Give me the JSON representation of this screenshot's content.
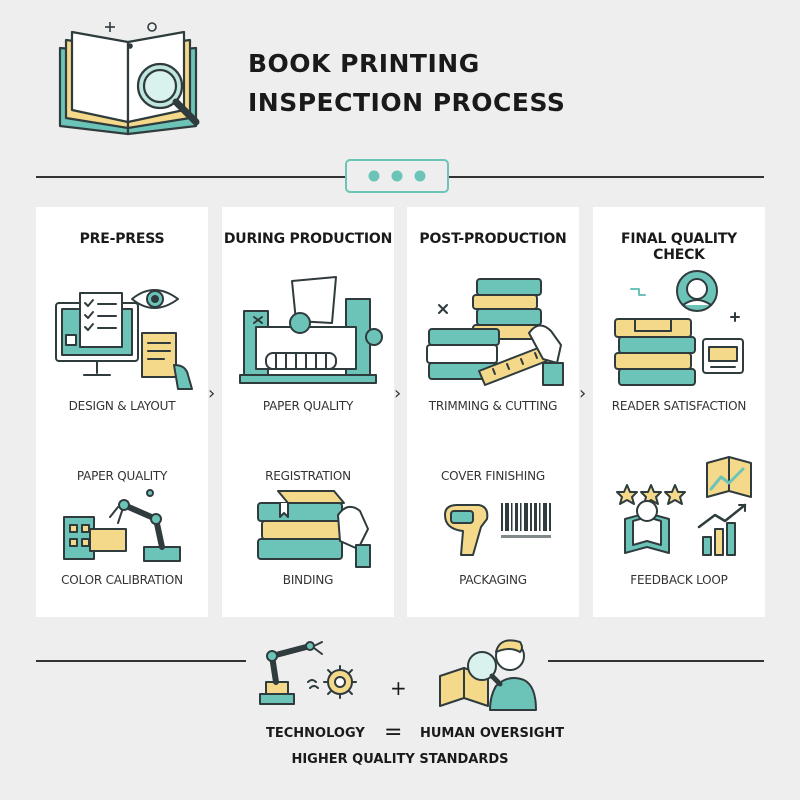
{
  "header": {
    "title_line1": "BOOK PRINTING",
    "title_line2": "INSPECTION PROCESS"
  },
  "colors": {
    "teal": "#6cc4b8",
    "yellow": "#f4d98a",
    "outline": "#2f3b3d",
    "panel": "#ffffff",
    "background": "#eeeeee"
  },
  "stages": [
    {
      "heading": "PRE-PRESS",
      "label_top": "DESIGN & LAYOUT",
      "label_mid": "PAPER QUALITY",
      "label_bottom": "COLOR CALIBRATION",
      "icon_top": "computer-eye-icon",
      "icon_bottom": "robot-arm-icon"
    },
    {
      "heading": "DURING PRODUCTION",
      "label_top": "PAPER QUALITY",
      "label_mid": "REGISTRATION",
      "label_bottom": "BINDING",
      "icon_top": "printing-press-icon",
      "icon_bottom": "book-stack-hand-icon"
    },
    {
      "heading": "POST-PRODUCTION",
      "label_top": "TRIMMING & CUTTING",
      "label_mid": "COVER FINISHING",
      "label_bottom": "PACKAGING",
      "icon_top": "books-ruler-icon",
      "icon_bottom": "barcode-scanner-icon"
    },
    {
      "heading": "FINAL QUALITY CHECK",
      "label_top": "READER SATISFACTION",
      "label_mid": "",
      "label_bottom": "FEEDBACK LOOP",
      "icon_top": "books-reader-icon",
      "icon_bottom": "stars-chart-icon"
    }
  ],
  "footer": {
    "plus": "+",
    "left_label": "TECHNOLOGY",
    "equals": "=",
    "right_label": "HUMAN OVERSIGHT",
    "result": "HIGHER QUALITY STANDARDS"
  }
}
